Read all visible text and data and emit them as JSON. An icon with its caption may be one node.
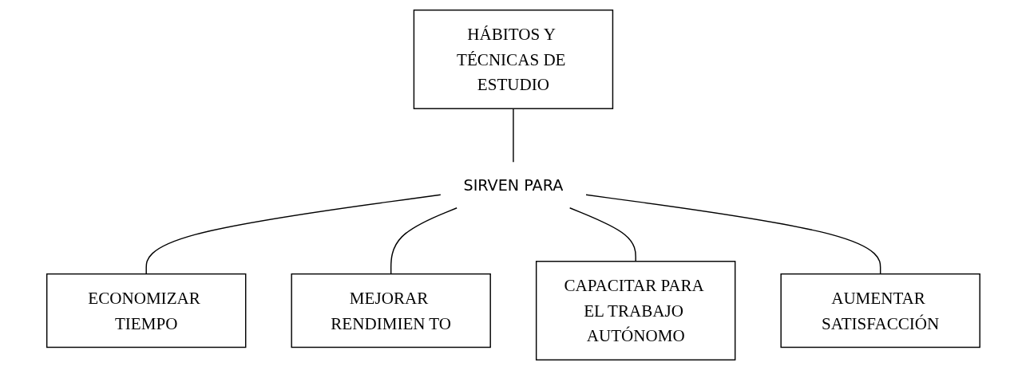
{
  "diagram": {
    "nodes": [
      {
        "text": [
          "HÁBITOS Y TÉCNICAS DE ESTUDIO"
        ]
      },
      {
        "text": [
          "SIRVEN PARA"
        ]
      },
      {
        "text": [
          "ECONOMIZAR TIEMPO"
        ]
      },
      {
        "text": [
          "MEJORAR RENDIMIEN TO"
        ]
      },
      {
        "text": [
          "CAPACITAR PARA EL TRABAJO AUTÓNOMO"
        ]
      },
      {
        "text": [
          "AUMENTAR SATISFACCIÓN"
        ]
      }
    ],
    "edges": [
      {
        "from": 0,
        "to": 1,
        "arrow": "none"
      },
      {
        "from": 1,
        "to": 2,
        "arrow": "none"
      },
      {
        "from": 1,
        "to": 3,
        "arrow": "none"
      },
      {
        "from": 1,
        "to": 4,
        "arrow": "none"
      },
      {
        "from": 1,
        "to": 5,
        "arrow": "none"
      }
    ]
  }
}
